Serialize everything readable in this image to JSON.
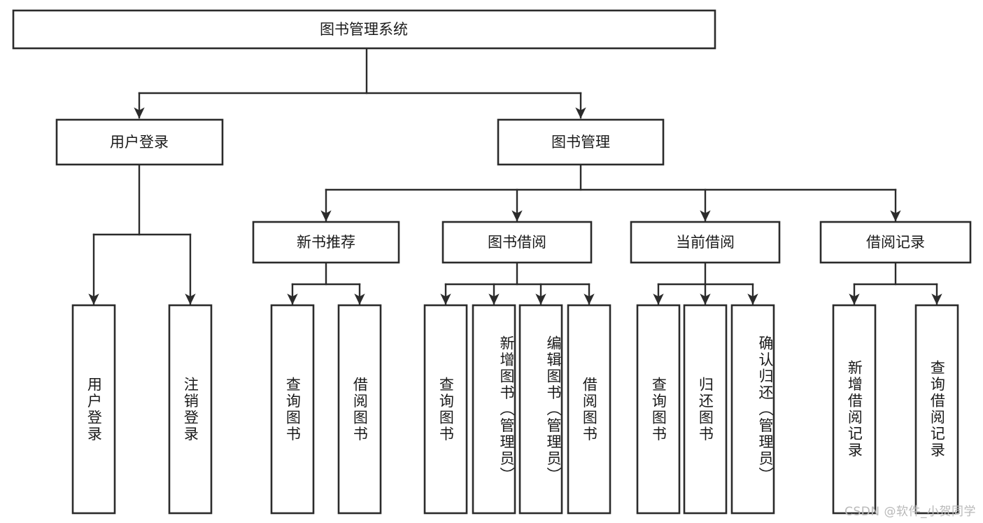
{
  "diagram": {
    "title": "图书管理系统",
    "type": "tree",
    "watermark": "CSDN @软件_小贺同学",
    "colors": {
      "box_stroke": "#2b2b2b",
      "box_fill": "#ffffff",
      "connector": "#2b2b2b",
      "text": "#1a1a1a",
      "watermark": "#b9b9b9"
    },
    "nodes": {
      "root": {
        "label": "图书管理系统",
        "level": 0
      },
      "l1": [
        {
          "id": "user_login",
          "label": "用户登录",
          "level": 1
        },
        {
          "id": "book_manage",
          "label": "图书管理",
          "level": 1
        }
      ],
      "l2": [
        {
          "id": "new_book_rec",
          "label": "新书推荐",
          "level": 2,
          "parent": "book_manage"
        },
        {
          "id": "book_borrow",
          "label": "图书借阅",
          "level": 2,
          "parent": "book_manage"
        },
        {
          "id": "current_borrow",
          "label": "当前借阅",
          "level": 2,
          "parent": "book_manage"
        },
        {
          "id": "borrow_record",
          "label": "借阅记录",
          "level": 2,
          "parent": "book_manage"
        }
      ],
      "leaves": [
        {
          "id": "leaf_user_login",
          "label": "用户登录",
          "parent": "user_login"
        },
        {
          "id": "leaf_logout",
          "label": "注销登录",
          "parent": "user_login"
        },
        {
          "id": "leaf_query_book_1",
          "label": "查询图书",
          "parent": "new_book_rec"
        },
        {
          "id": "leaf_borrow_book_1",
          "label": "借阅图书",
          "parent": "new_book_rec"
        },
        {
          "id": "leaf_query_book_2",
          "label": "查询图书",
          "parent": "book_borrow"
        },
        {
          "id": "leaf_add_book",
          "label": "新增图书（管理员）",
          "parent": "book_borrow"
        },
        {
          "id": "leaf_edit_book",
          "label": "编辑图书（管理员）",
          "parent": "book_borrow"
        },
        {
          "id": "leaf_borrow_book_2",
          "label": "借阅图书",
          "parent": "book_borrow"
        },
        {
          "id": "leaf_query_book_3",
          "label": "查询图书",
          "parent": "current_borrow"
        },
        {
          "id": "leaf_return_book",
          "label": "归还图书",
          "parent": "current_borrow"
        },
        {
          "id": "leaf_confirm_return",
          "label": "确认归还（管理员）",
          "parent": "current_borrow"
        },
        {
          "id": "leaf_add_record",
          "label": "新增借阅记录",
          "parent": "borrow_record"
        },
        {
          "id": "leaf_query_record",
          "label": "查询借阅记录",
          "parent": "borrow_record"
        }
      ]
    }
  }
}
